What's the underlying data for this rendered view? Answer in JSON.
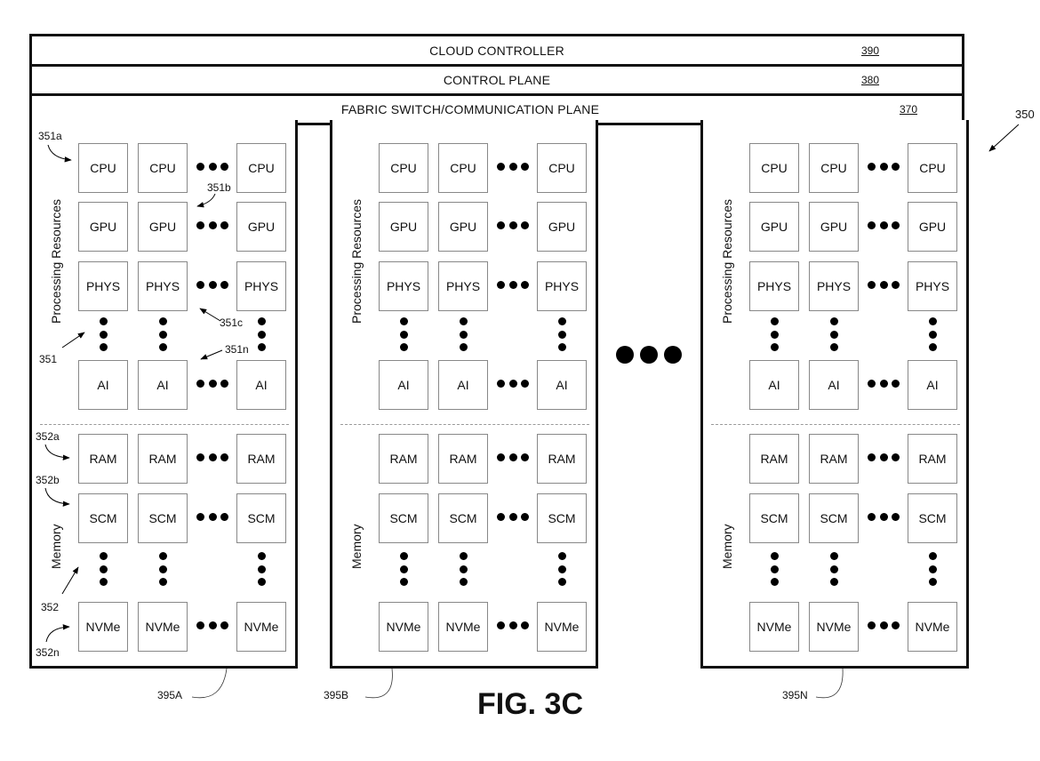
{
  "layers": {
    "cloud_controller": {
      "label": "CLOUD CONTROLLER",
      "ref": "390"
    },
    "control_plane": {
      "label": "CONTROL PLANE",
      "ref": "380"
    },
    "fabric": {
      "label": "FABRIC SWITCH/COMMUNICATION PLANE",
      "ref": "370"
    }
  },
  "system_ref": "350",
  "section_labels": {
    "processing": "Processing Resources",
    "memory": "Memory"
  },
  "processing_rows": [
    "CPU",
    "GPU",
    "PHYS",
    "AI"
  ],
  "memory_rows": [
    "RAM",
    "SCM",
    "NVMe"
  ],
  "panels": [
    {
      "id": "A",
      "ref": "395A"
    },
    {
      "id": "B",
      "ref": "395B"
    },
    {
      "id": "N",
      "ref": "395N"
    }
  ],
  "callouts": {
    "c351a": "351a",
    "c351b": "351b",
    "c351c": "351c",
    "c351n": "351n",
    "c351": "351",
    "c352a": "352a",
    "c352b": "352b",
    "c352": "352",
    "c352n": "352n"
  },
  "figure_caption": "FIG. 3C"
}
